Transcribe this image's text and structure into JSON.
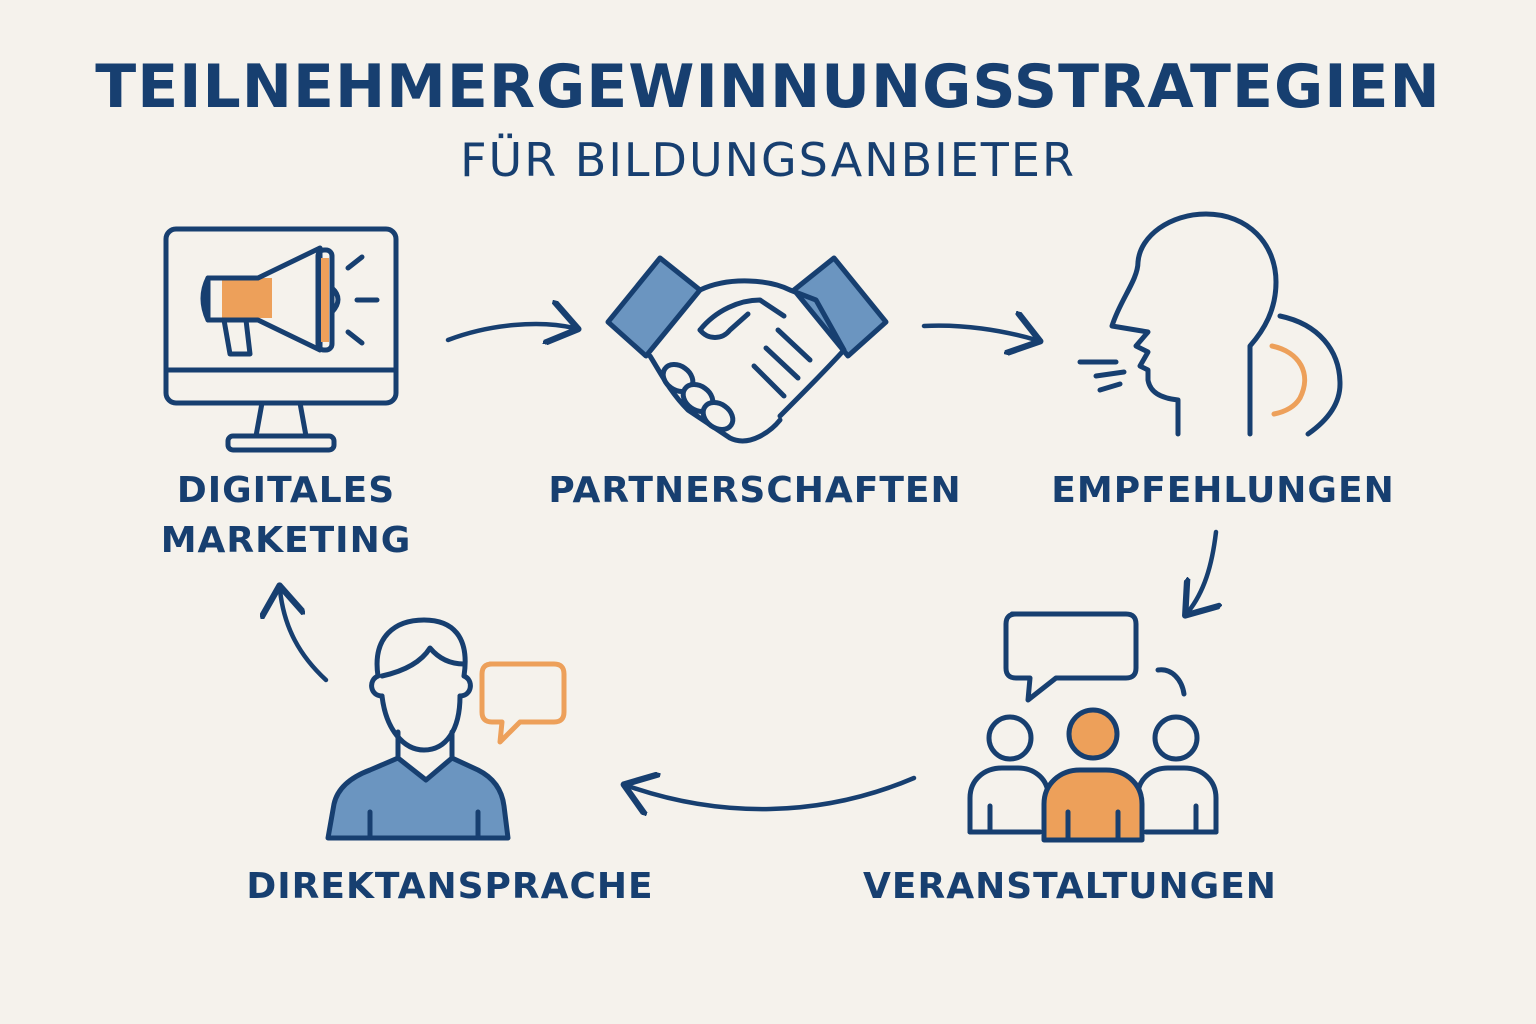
{
  "header": {
    "title": "TEILNEHMERGEWINNUNGSSTRATEGIEN",
    "subtitle": "FÜR BILDUNGSANBIETER"
  },
  "steps": [
    {
      "label": "DIGITALES\nMARKETING",
      "icon": "megaphone-monitor-icon"
    },
    {
      "label": "PARTNERSCHAFTEN",
      "icon": "handshake-icon"
    },
    {
      "label": "EMPFEHLUNGEN",
      "icon": "speaking-head-icon"
    },
    {
      "label": "VERANSTALTUNGEN",
      "icon": "group-event-icon"
    },
    {
      "label": "DIREKTANSPRACHE",
      "icon": "person-speech-icon"
    }
  ],
  "colors": {
    "background": "#f5f2ec",
    "navy": "#173f70",
    "blue": "#6b95c0",
    "orange": "#eda05a"
  }
}
